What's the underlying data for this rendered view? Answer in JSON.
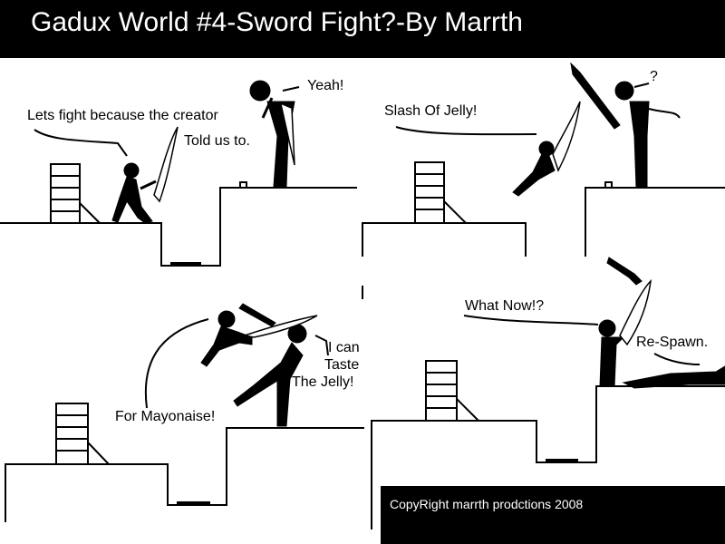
{
  "title": "Gadux World #4-Sword Fight?-By Marrth",
  "copyright": "CopyRight marrth prodctions 2008",
  "panels": [
    {
      "dialogue": [
        "Lets fight because the creator",
        "Told us to.",
        "Yeah!"
      ]
    },
    {
      "dialogue": [
        "Slash Of Jelly!",
        "?"
      ]
    },
    {
      "dialogue": [
        "For Mayonaise!",
        "I can",
        "Taste",
        "The Jelly!"
      ]
    },
    {
      "dialogue": [
        "What Now!?",
        "Re-Spawn."
      ]
    }
  ]
}
